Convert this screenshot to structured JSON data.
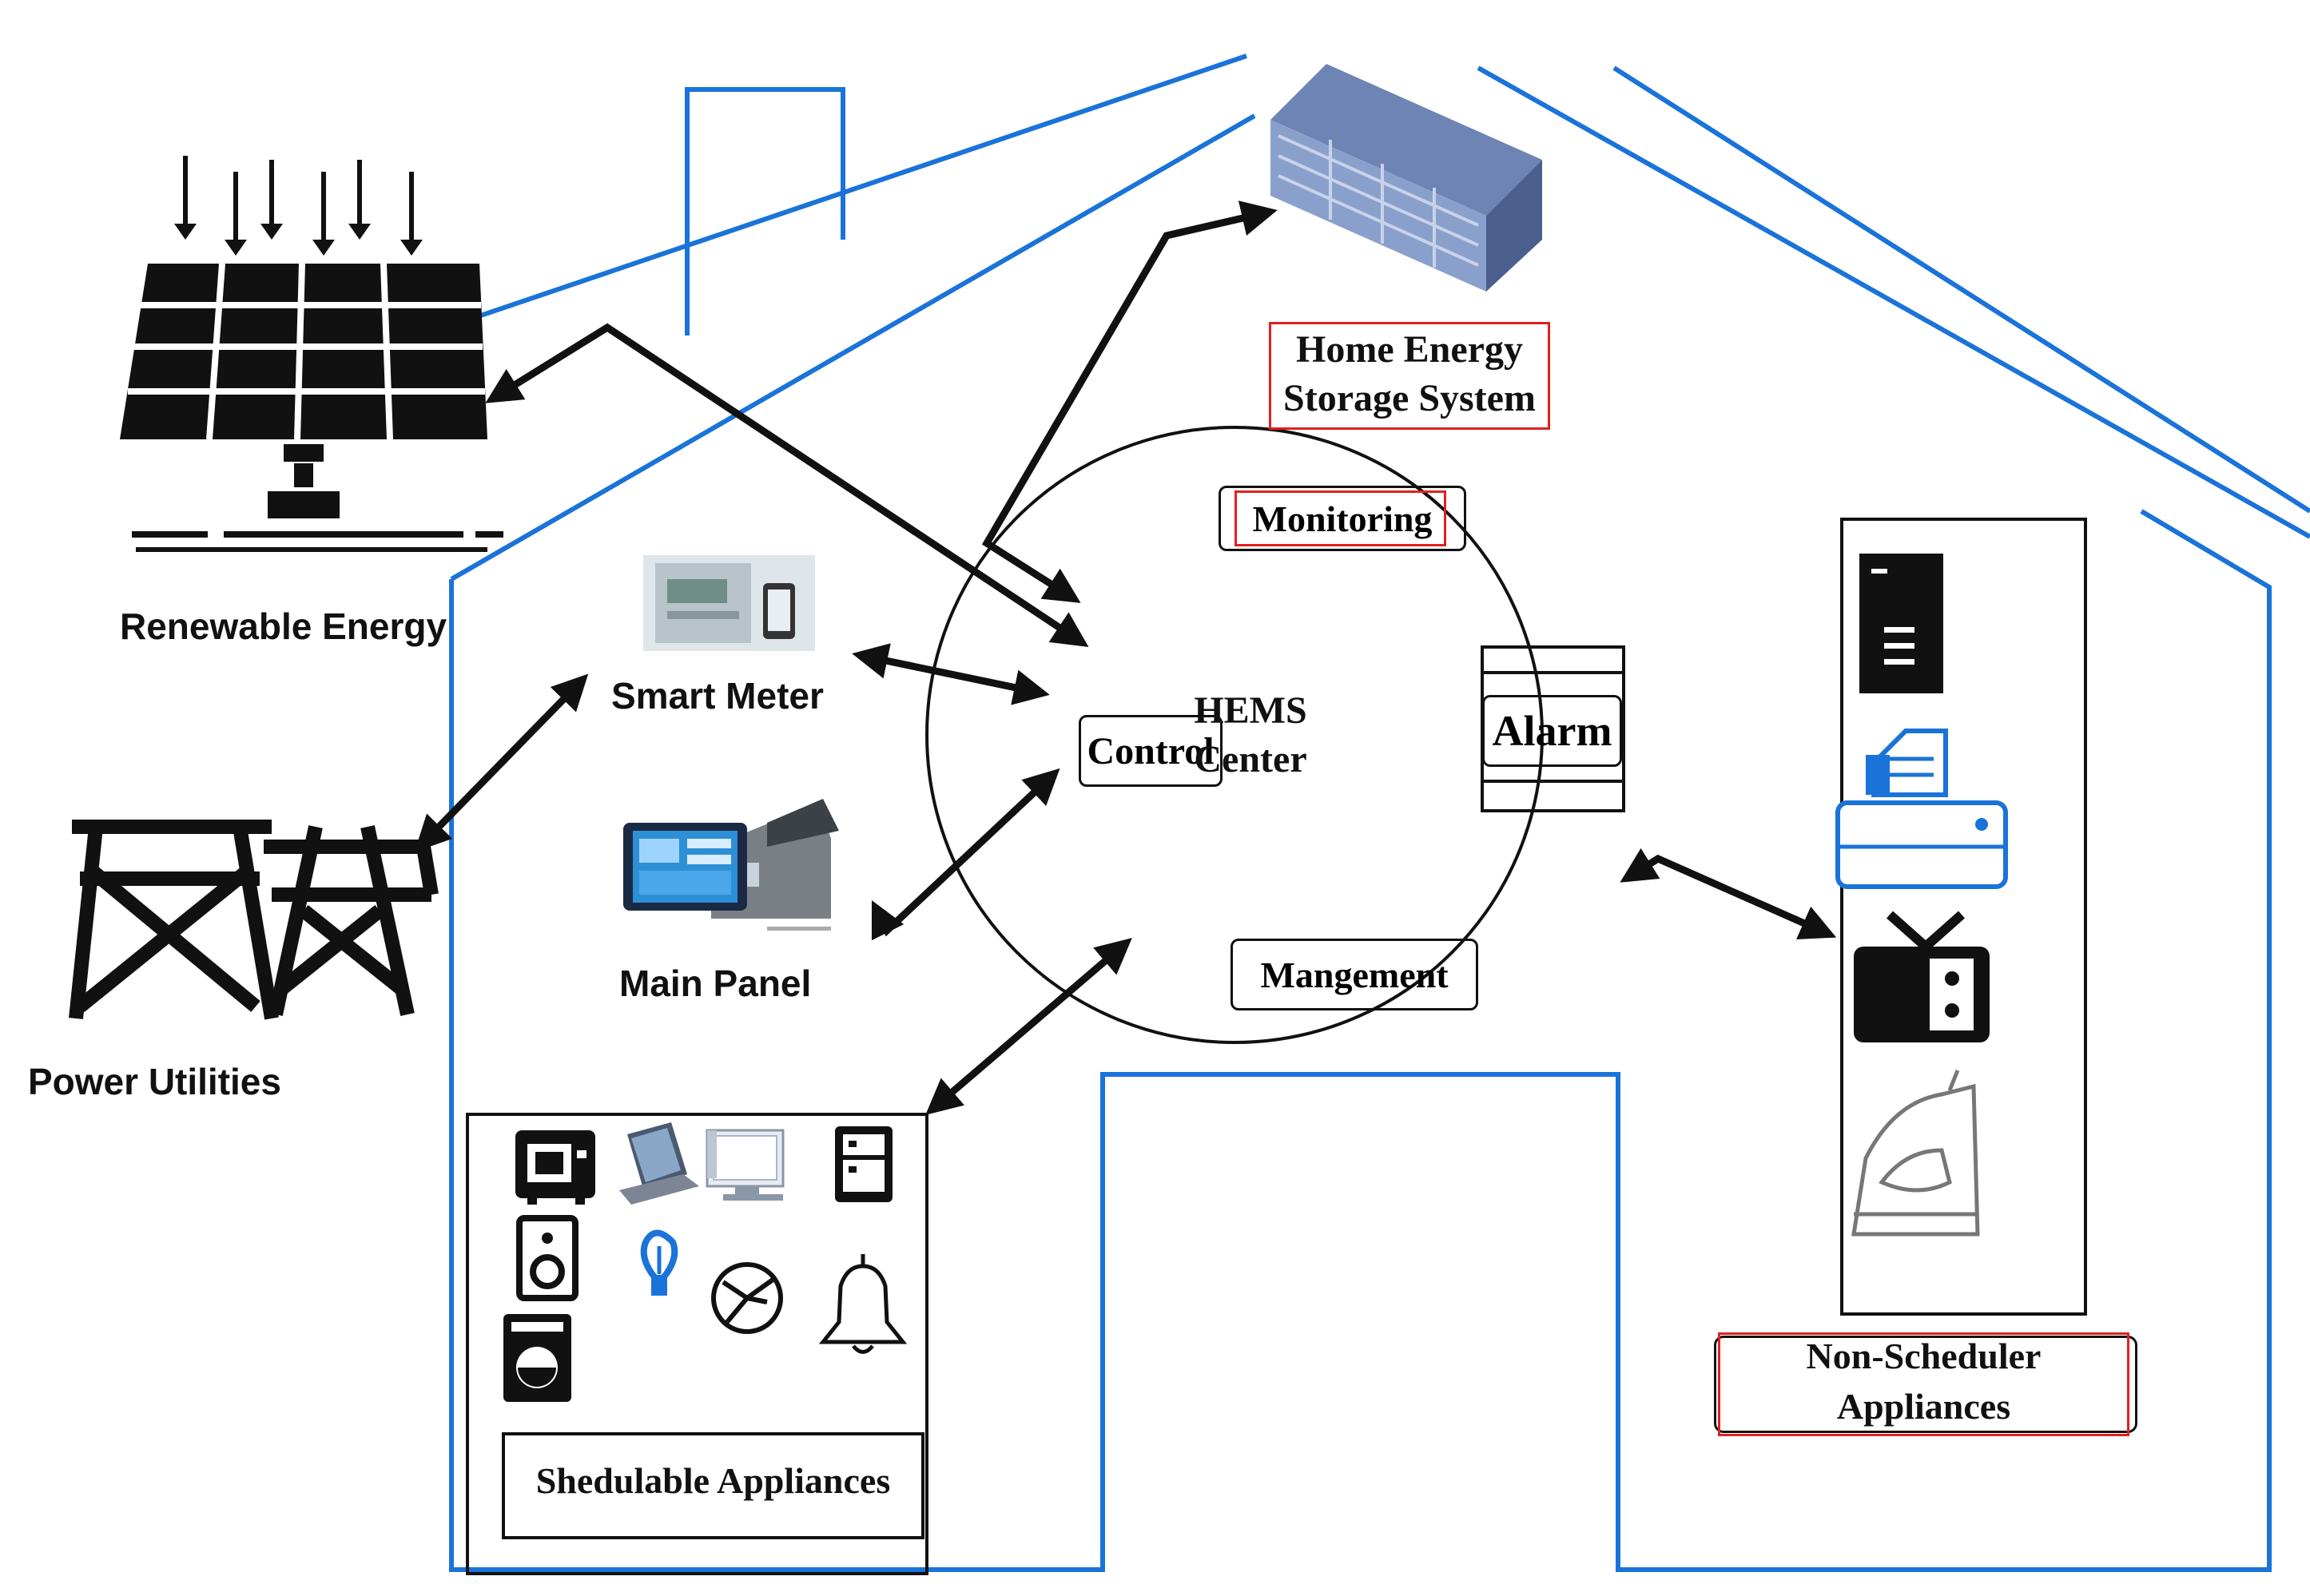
{
  "diagram": {
    "hems_center": {
      "line1": "HEMS",
      "line2": "Center"
    },
    "modules": {
      "monitoring": "Monitoring",
      "control": "Control",
      "alarm": "Alarm",
      "management": "Mangement"
    },
    "nodes": {
      "storage": {
        "line1": "Home Energy",
        "line2": "Storage System"
      },
      "renewable": "Renewable Energy",
      "smart_meter": "Smart Meter",
      "main_panel": "Main Panel",
      "power_utilities": "Power Utilities",
      "schedulable": "Shedulable Appliances",
      "non_scheduler": {
        "line1": "Non-Scheduler",
        "line2": "Appliances"
      }
    },
    "icons": {
      "house_outline": "house-outline-icon",
      "solar_panel": "solar-panel-icon",
      "battery_storage": "battery-rack-icon",
      "smart_meter": "smart-meter-photo-icon",
      "main_panel": "tablet-house-icon",
      "power_tower": "transmission-tower-icon",
      "microwave": "microwave-icon",
      "laptop": "laptop-icon",
      "desktop": "desktop-icon",
      "fridge": "fridge-icon",
      "speaker": "speaker-icon",
      "washer": "washing-machine-icon",
      "bulb": "light-bulb-icon",
      "fan": "fan-icon",
      "bell": "bell-icon",
      "pc_tower": "pc-tower-icon",
      "printer": "printer-icon",
      "tv": "tv-icon",
      "iron": "iron-icon"
    },
    "colors": {
      "house_line": "#1a73d9",
      "highlight_box": "#e02020",
      "ink": "#111111"
    }
  }
}
